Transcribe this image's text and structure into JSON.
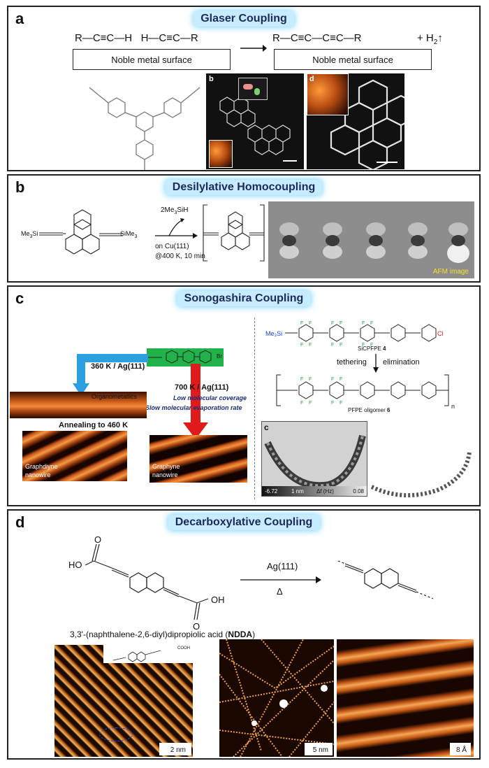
{
  "panels": {
    "a": {
      "letter": "a",
      "title": "Glaser Coupling",
      "reaction_left": "R—C≡C—H   H—C≡C—R",
      "reaction_right": "R—C≡C—C≡C—R",
      "byproduct": "+ H",
      "byproduct_sub": "2",
      "byproduct_arrow": "↑",
      "surface_left": "Noble metal surface",
      "surface_right": "Noble metal surface",
      "inset_b": "b",
      "inset_d": "d"
    },
    "b": {
      "letter": "b",
      "title": "Desilylative Homocoupling",
      "left_group": "Me",
      "left_sub": "3",
      "left_si": "Si",
      "right_group": "SiMe",
      "right_sub": "3",
      "byproduct": "2Me",
      "byproduct_sub": "3",
      "byproduct_tail": "SiH",
      "condition_1": "on Cu(111)",
      "condition_2": "@400 K, 10 min",
      "afm_label": "AFM image"
    },
    "c": {
      "letter": "c",
      "title": "Sonogashira Coupling",
      "arrow_left_label": "360 K / Ag(111)",
      "organometallics": "Organometallics",
      "arrow_right_label": "700 K / Ag(111)",
      "note_1": "Low molecular coverage",
      "note_2": "Slow molecular evaporation rate",
      "annealing": "Annealing to 460 K",
      "graphdiyne_1": "Graphdiyne",
      "graphdiyne_2": "nanowire",
      "graphyne_1": "Graphyne",
      "graphyne_2": "nanowire",
      "br": "Br",
      "me3si": "Me₃Si",
      "cl": "Cl",
      "monomer_name": "SiCPFPE",
      "monomer_num": "4",
      "tethering": "tethering",
      "elimination": "elimination",
      "oligomer_name": "PFPE oligomer",
      "oligomer_num": "6",
      "n": "n",
      "inset_c": "c",
      "scale": "1 nm",
      "scale_left": "-6.72",
      "df": "Δf (Hz)",
      "scale_right": "0.08"
    },
    "d": {
      "letter": "d",
      "title": "Decarboxylative Coupling",
      "ho": "HO",
      "oh": "OH",
      "o_top": "O",
      "o_bottom": "O",
      "catalyst": "Ag(111)",
      "delta": "Δ",
      "compound_name": "3,3'-(naphthalene-2,6-diyl)dipropiolic acid (",
      "compound_abbr": "NDDA",
      "compound_close": ")",
      "cooh": "COOH",
      "scale_1": "2 nm",
      "scale_2": "5 nm",
      "scale_3": "8 Å"
    }
  },
  "colors": {
    "title_bg": "#c7ecff",
    "title_glow": "#5ecbff",
    "blue_arrow": "#2b9fe0",
    "red_arrow": "#e01b1b",
    "green_molecule": "#22b24a"
  }
}
